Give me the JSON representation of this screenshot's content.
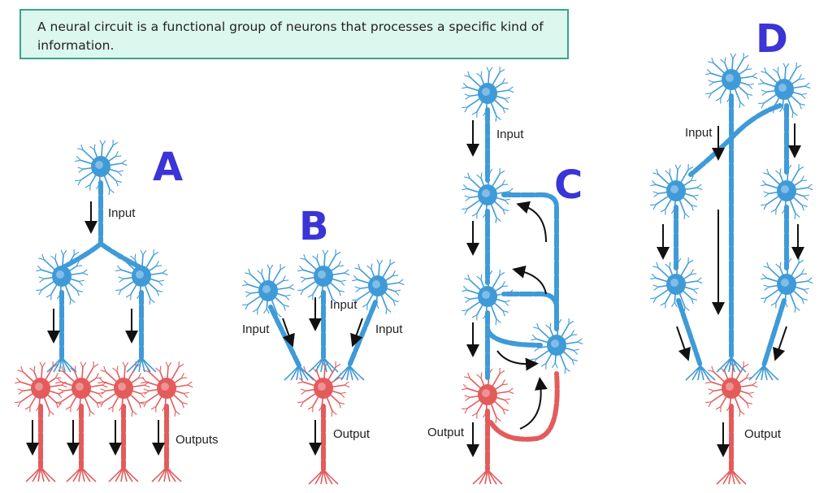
{
  "definition": "A neural circuit is a functional group of neurons that processes a specific kind of information.",
  "panels": {
    "a": {
      "letter": "A",
      "input": "Input",
      "outputs": "Outputs"
    },
    "b": {
      "letter": "B",
      "input_left": "Input",
      "input_center": "Input",
      "input_right": "Input",
      "output": "Output"
    },
    "c": {
      "letter": "C",
      "input": "Input",
      "output": "Output"
    },
    "d": {
      "letter": "D",
      "input": "Input",
      "output": "Output"
    }
  },
  "colors": {
    "blue_neuron": "#3f9ad8",
    "red_neuron": "#e35b5b",
    "box_fill": "#dcf7ee",
    "box_border": "#3aa38f",
    "letter": "#3b34d6"
  }
}
